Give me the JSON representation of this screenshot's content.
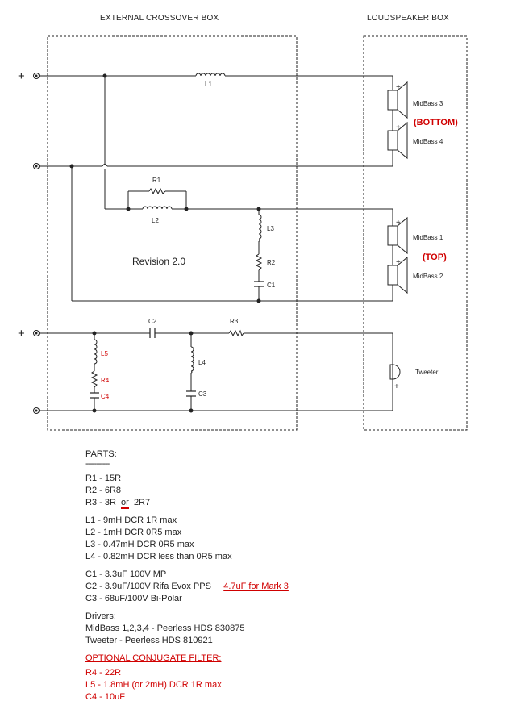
{
  "headers": {
    "crossover_box": "EXTERNAL CROSSOVER BOX",
    "speaker_box": "LOUDSPEAKER BOX"
  },
  "terminals": {
    "plus": "+"
  },
  "components": {
    "L1": "L1",
    "R1": "R1",
    "L2": "L2",
    "L3": "L3",
    "R2": "R2",
    "C1": "C1",
    "C2": "C2",
    "R3": "R3",
    "L4": "L4",
    "C3": "C3",
    "L5": "L5",
    "R4": "R4",
    "C4": "C4"
  },
  "revision": "Revision 2.0",
  "drivers": {
    "midbass3": "MidBass 3",
    "midbass4": "MidBass 4",
    "bottom_note": "(BOTTOM)",
    "midbass1": "MidBass 1",
    "midbass2": "MidBass 2",
    "top_note": "(TOP)",
    "tweeter": "Tweeter",
    "plus": "+"
  },
  "parts_list": {
    "title": "PARTS:",
    "separator": "-----------",
    "r1": "R1 - 15R",
    "r2": "R2 - 6R8",
    "r3_prefix": "R3 - 3R",
    "r3_or": "or",
    "r3_suffix": "2R7",
    "l1": "L1 - 9mH DCR 1R max",
    "l2": "L2 - 1mH DCR 0R5 max",
    "l3": "L3 - 0.47mH DCR 0R5 max",
    "l4": "L4 - 0.82mH DCR less than 0R5 max",
    "c1": "C1 - 3.3uF 100V MP",
    "c2": "C2 - 3.9uF/100V Rifa Evox PPS",
    "c2_note": "4.7uF for Mark 3",
    "c3": "C3 - 68uF/100V Bi-Polar",
    "drivers_title": "Drivers:",
    "midbass_drivers": "MidBass 1,2,3,4 - Peerless HDS 830875",
    "tweeter_driver": "Tweeter - Peerless HDS 810921",
    "optional_title": "OPTIONAL CONJUGATE FILTER:",
    "r4": "R4 - 22R",
    "l5": "L5 - 1.8mH (or 2mH) DCR 1R max",
    "c4": "C4 - 10uF"
  },
  "colors": {
    "accent_red": "#d00000",
    "wire": "#222222"
  }
}
